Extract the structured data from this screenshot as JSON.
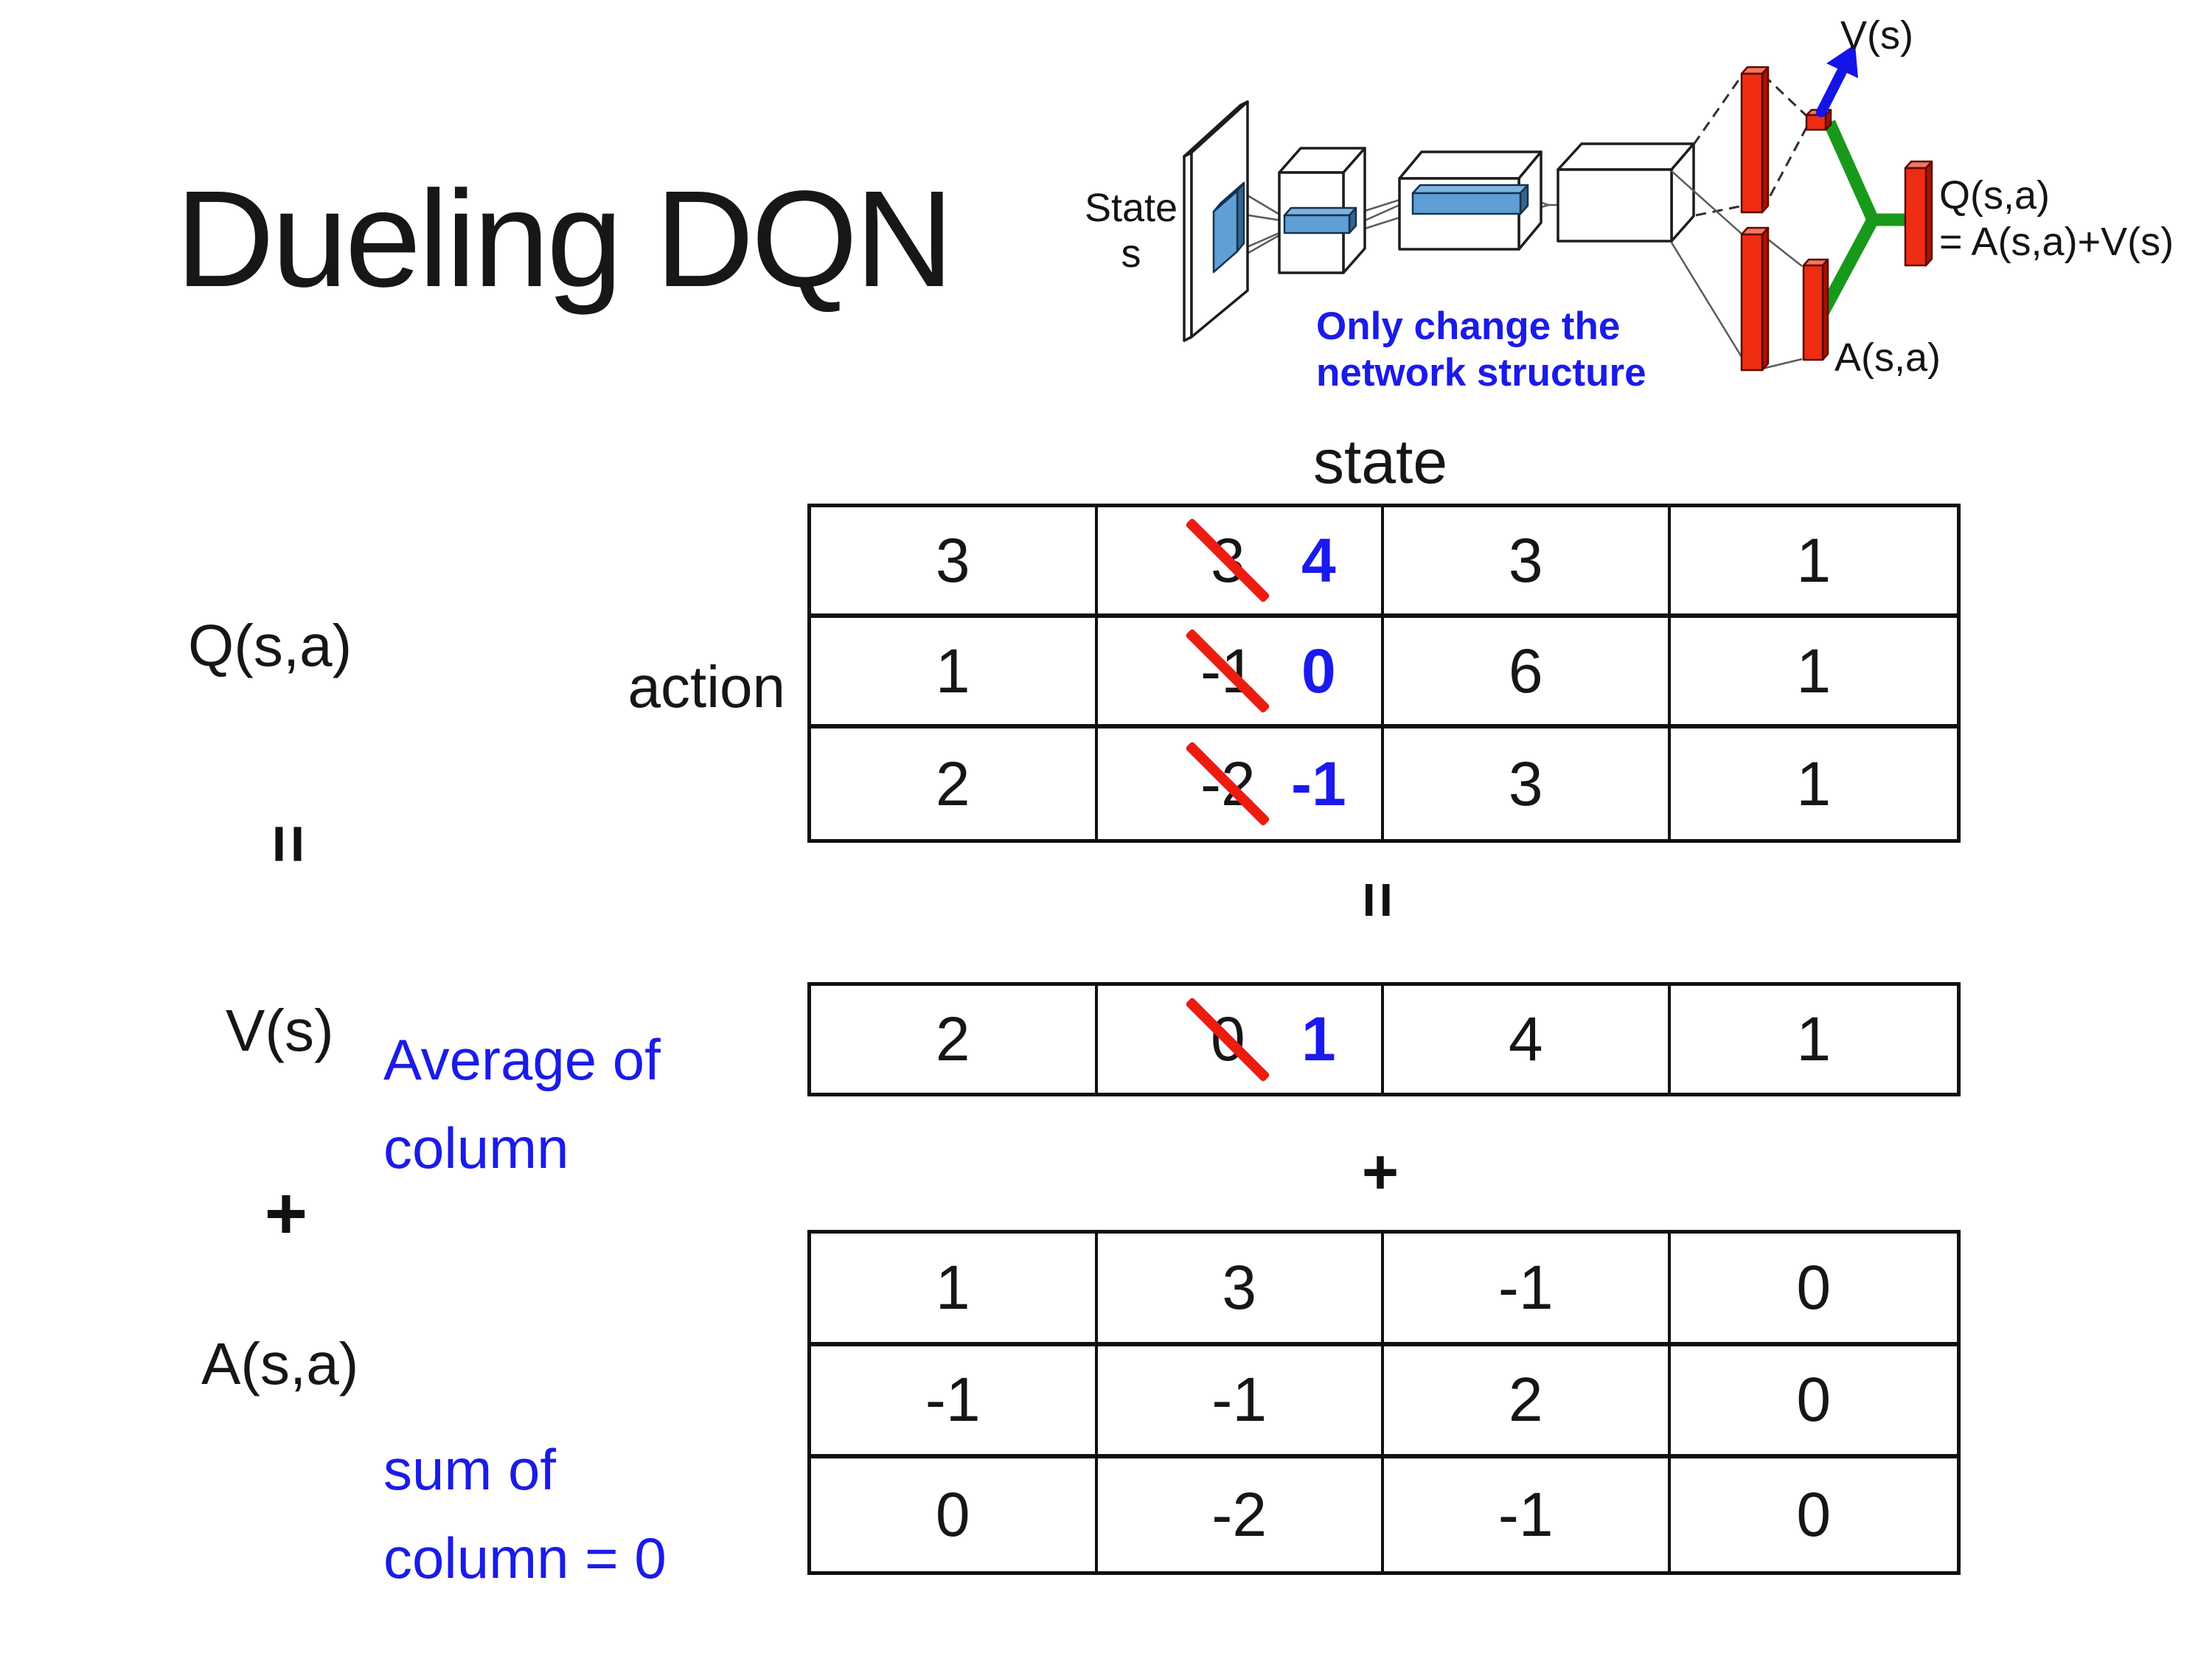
{
  "slide": {
    "title": "Dueling DQN"
  },
  "network_diagram": {
    "input_label_line1": "State",
    "input_label_line2": "s",
    "note_line1": "Only change the",
    "note_line2": "network structure",
    "value_output_label": "V(s)",
    "q_output_label": "Q(s,a)",
    "q_output_formula": "= A(s,a)+V(s)",
    "advantage_output_label": "A(s,a)"
  },
  "equation": {
    "q_label": "Q(s,a)",
    "equals": "=",
    "v_label": "V(s)",
    "plus": "+",
    "a_label": "A(s,a)",
    "avg_note_line1": "Average of",
    "avg_note_line2": "column",
    "sum_note_line1": "sum of",
    "sum_note_line2": "column = 0"
  },
  "matrices": {
    "state_header": "state",
    "action_header": "action",
    "equals": "=",
    "plus": "+",
    "q_table": {
      "rows": [
        [
          {
            "value": "3"
          },
          {
            "old": "3",
            "new": "4"
          },
          {
            "value": "3"
          },
          {
            "value": "1"
          }
        ],
        [
          {
            "value": "1"
          },
          {
            "old": "-1",
            "new": "0"
          },
          {
            "value": "6"
          },
          {
            "value": "1"
          }
        ],
        [
          {
            "value": "2"
          },
          {
            "old": "-2",
            "new": "-1"
          },
          {
            "value": "3"
          },
          {
            "value": "1"
          }
        ]
      ]
    },
    "v_table": {
      "rows": [
        [
          {
            "value": "2"
          },
          {
            "old": "0",
            "new": "1"
          },
          {
            "value": "4"
          },
          {
            "value": "1"
          }
        ]
      ]
    },
    "a_table": {
      "rows": [
        [
          {
            "value": "1"
          },
          {
            "value": "3"
          },
          {
            "value": "-1"
          },
          {
            "value": "0"
          }
        ],
        [
          {
            "value": "-1"
          },
          {
            "value": "-1"
          },
          {
            "value": "2"
          },
          {
            "value": "0"
          }
        ],
        [
          {
            "value": "0"
          },
          {
            "value": "-2"
          },
          {
            "value": "-1"
          },
          {
            "value": "0"
          }
        ]
      ]
    }
  },
  "colors": {
    "accent_blue": "#1b1be8",
    "strike_red": "#ec1c10",
    "bar_red": "#ee2d13",
    "merge_green": "#18991c",
    "conv_blue": "#5f9fd6",
    "text": "#161616"
  }
}
